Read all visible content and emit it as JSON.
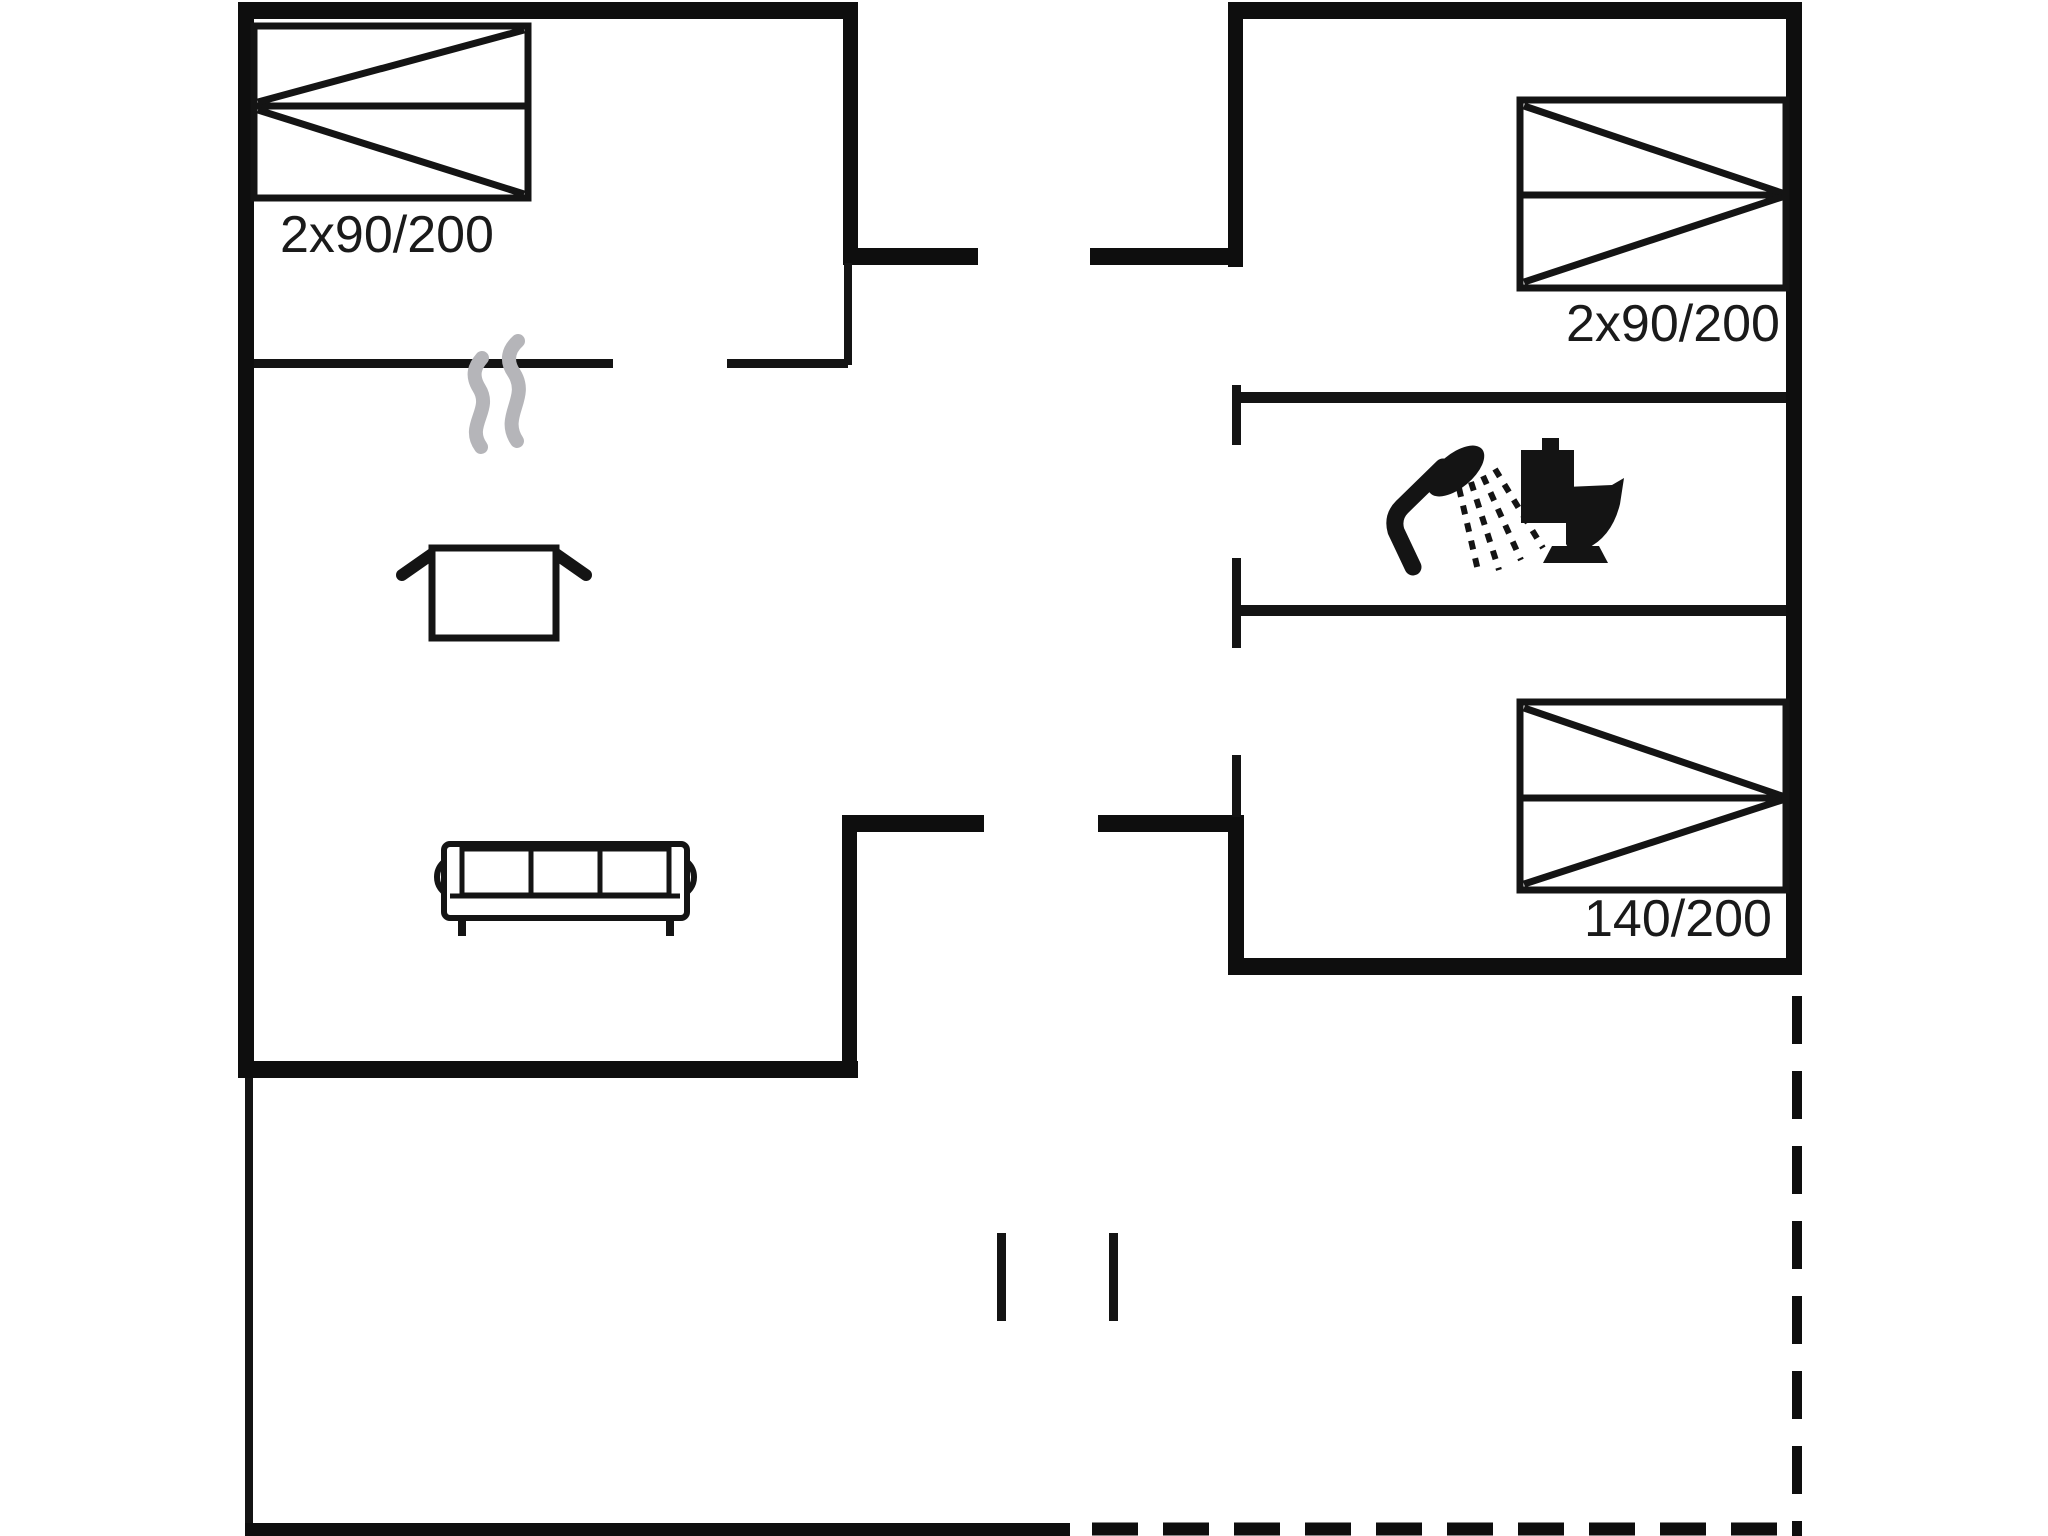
{
  "floorplan": {
    "labels": {
      "bed_top_left": "2x90/200",
      "bed_top_right": "2x90/200",
      "bed_bottom_right": "140/200"
    },
    "rooms": [
      {
        "name": "bedroom-top-left",
        "bed_size_label": "2x90/200"
      },
      {
        "name": "bedroom-top-right",
        "bed_size_label": "2x90/200"
      },
      {
        "name": "bathroom",
        "fixtures": [
          "shower-icon",
          "toilet-icon"
        ]
      },
      {
        "name": "bedroom-bottom-right",
        "bed_size_label": "140/200"
      },
      {
        "name": "living-kitchen",
        "fixtures": [
          "cooking-pot-icon",
          "steam-icon",
          "sofa-icon"
        ]
      },
      {
        "name": "terrace",
        "boundary": "dashed"
      }
    ],
    "colors": {
      "exterior_walls": "#0e0e0e",
      "interior_walls": "#141414",
      "label_text": "#1a1a1a",
      "steam": "#b5b5b9",
      "background": "#ffffff"
    }
  }
}
